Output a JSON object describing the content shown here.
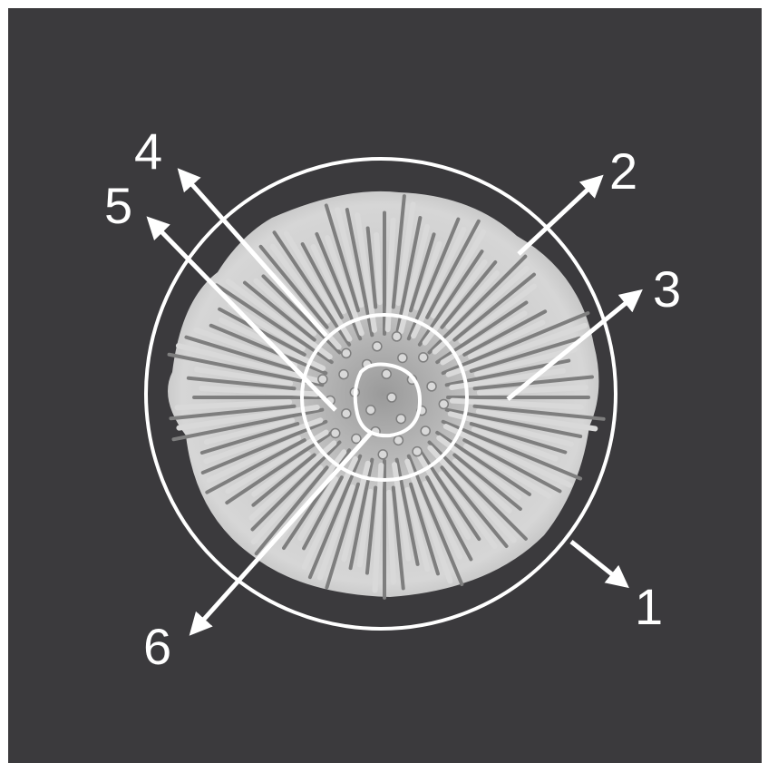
{
  "colors": {
    "background": "#3b3a3d",
    "frame": "#ffffff",
    "annotation": "#ffffff",
    "specimen_light": "#d9d9d9",
    "specimen_mid": "#b3b3b3",
    "specimen_dark": "#7e7e7e"
  },
  "labels": {
    "l1": "1",
    "l2": "2",
    "l3": "3",
    "l4": "4",
    "l5": "5",
    "l6": "6"
  }
}
